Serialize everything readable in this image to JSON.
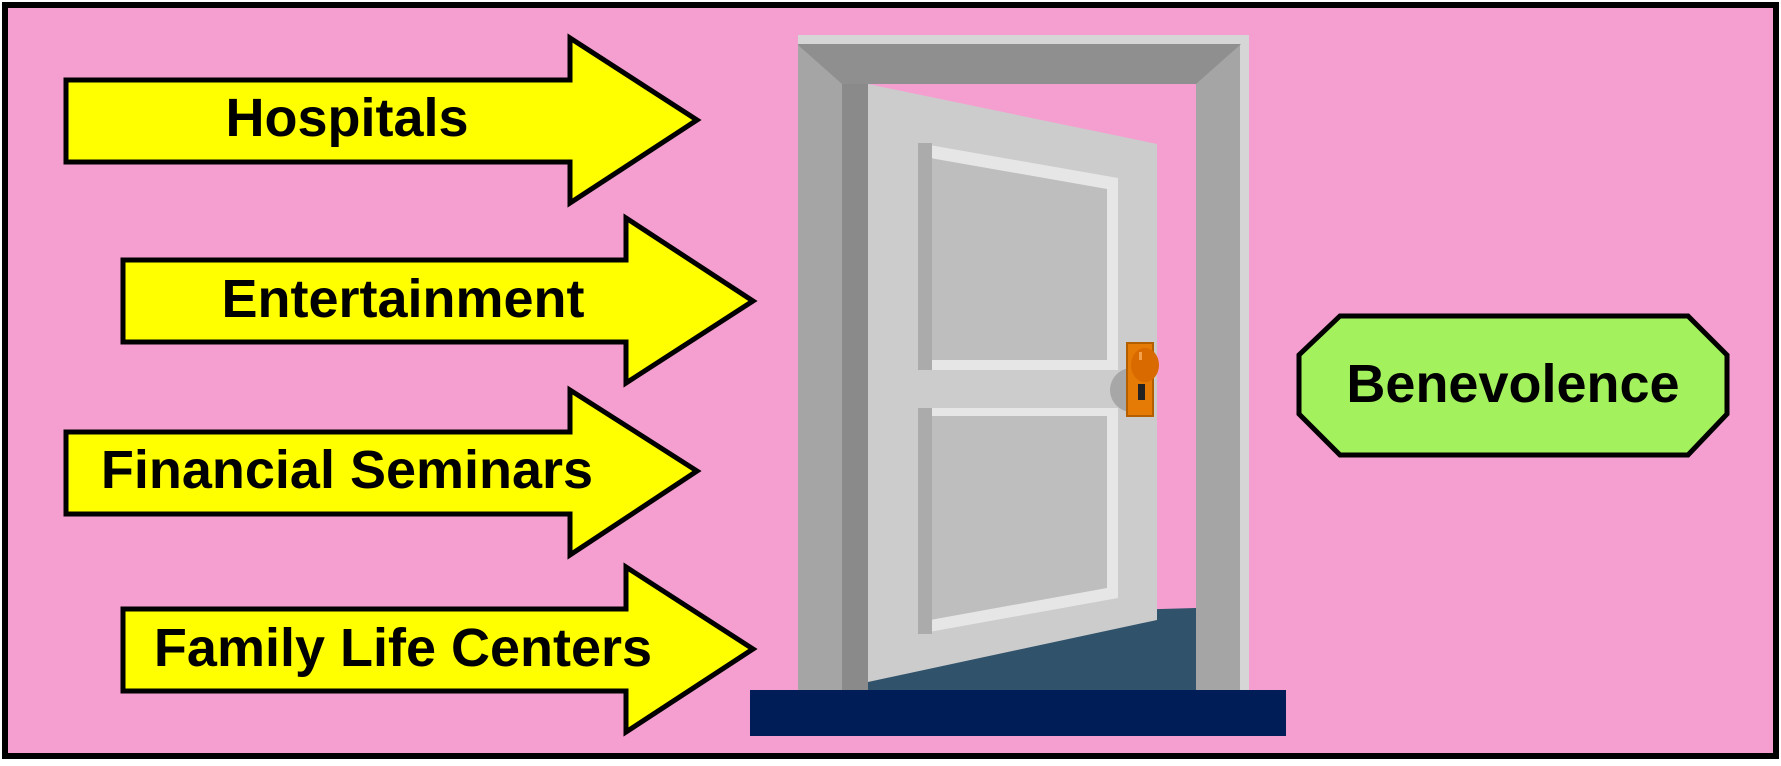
{
  "colors": {
    "background": "#F49FD0",
    "border": "#000000",
    "arrow_fill": "#FFFF00",
    "badge_fill": "#A4F15E",
    "doormat": "#011D57",
    "floor_shadow": "#30526B",
    "door_frame": "#A5A5A5",
    "door_frame_top": "#8F8F8F",
    "door_panel": "#CCCCCC",
    "door_knob": "#E57A05"
  },
  "arrows": [
    {
      "label": "Hospitals"
    },
    {
      "label": "Entertainment"
    },
    {
      "label": "Financial Seminars"
    },
    {
      "label": "Family Life Centers"
    }
  ],
  "badge": {
    "label": "Benevolence"
  },
  "icons": [
    "open-door-icon",
    "doorknob-icon"
  ]
}
